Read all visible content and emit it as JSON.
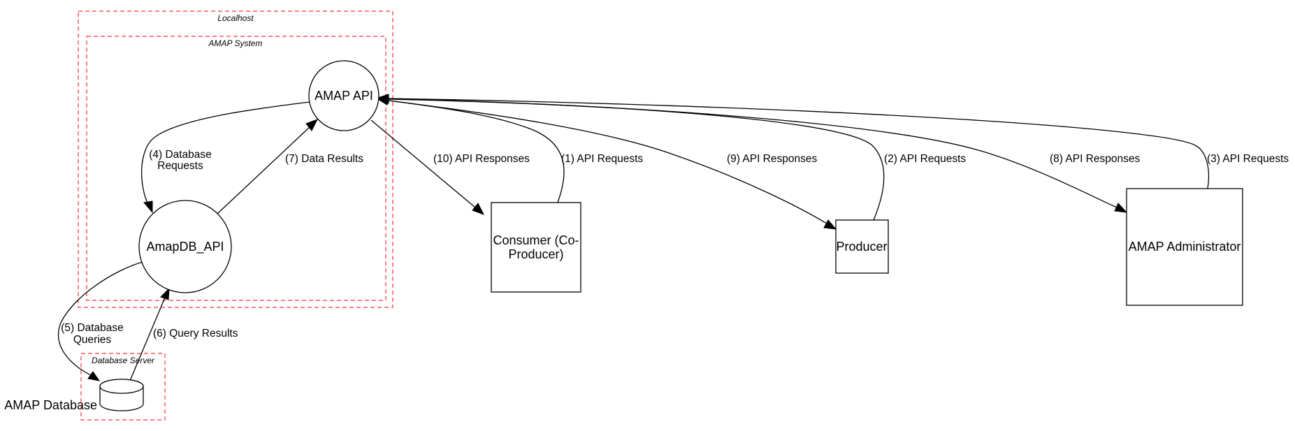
{
  "boundaries": {
    "localhost": "Localhost",
    "amap_system": "AMAP System",
    "database_server": "Database Server"
  },
  "nodes": {
    "amap_api": "AMAP API",
    "amapdb_api": "AmapDB_API",
    "consumer_line1": "Consumer (Co-",
    "consumer_line2": "Producer)",
    "producer": "Producer",
    "amap_administrator": "AMAP Administrator",
    "amap_database": "AMAP Database"
  },
  "edges": {
    "e1": "(1) API Requests",
    "e2": "(2) API Requests",
    "e3": "(3) API Requests",
    "e4_line1": "(4) Database",
    "e4_line2": "Requests",
    "e5_line1": "(5) Database",
    "e5_line2": "Queries",
    "e6": "(6) Query Results",
    "e7": "(7) Data Results",
    "e8": "(8) API Responses",
    "e9": "(9) API Responses",
    "e10": "(10) API Responses"
  },
  "colors": {
    "boundary": "#ff3333",
    "stroke": "#000000"
  }
}
